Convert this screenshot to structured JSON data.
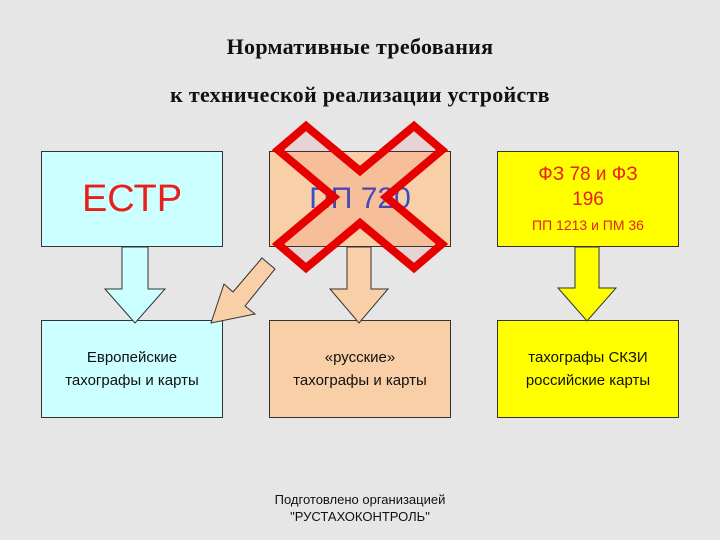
{
  "title": {
    "line1": "Нормативные требования",
    "line2": "к технической реализации устройств"
  },
  "boxes": {
    "estr": {
      "label": "ЕСТР"
    },
    "pp": {
      "label": "ПП 720"
    },
    "fz": {
      "line1": "ФЗ 78 и ФЗ",
      "line2": "196",
      "line3": "ПП 1213 и ПМ 36"
    },
    "eu": {
      "line1": "Европейские",
      "line2": "тахографы и карты"
    },
    "ru": {
      "line1": "«русские»",
      "line2": "тахографы и карты"
    },
    "skzi": {
      "line1": "тахографы СКЗИ",
      "line2": "российские карты"
    }
  },
  "footer": {
    "line1": "Подготовлено организацией",
    "line2": "\"РУСТАХОКОНТРОЛЬ\""
  },
  "colors": {
    "light_cyan": "#ccffff",
    "peach": "#f9cfa8",
    "yellow": "#ffff00",
    "accent_red": "#e8201c",
    "cross_red": "#e60000",
    "pp_blue": "#3a4fc4"
  },
  "icons": {
    "cross": "cross-icon"
  }
}
